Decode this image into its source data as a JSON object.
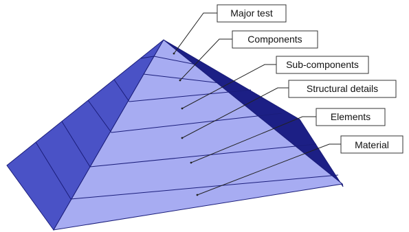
{
  "diagram": {
    "levels": [
      {
        "id": "major-test",
        "label": "Major test"
      },
      {
        "id": "components",
        "label": "Components"
      },
      {
        "id": "sub-components",
        "label": "Sub-components"
      },
      {
        "id": "structural-details",
        "label": "Structural details"
      },
      {
        "id": "elements",
        "label": "Elements"
      },
      {
        "id": "material",
        "label": "Material"
      }
    ],
    "colors": {
      "front_face": "#a7acf2",
      "left_face": "#4a52c6",
      "right_face": "#1c1f85",
      "edge": "#1a1d7a",
      "label_border": "#333333",
      "leader": "#222222"
    }
  }
}
